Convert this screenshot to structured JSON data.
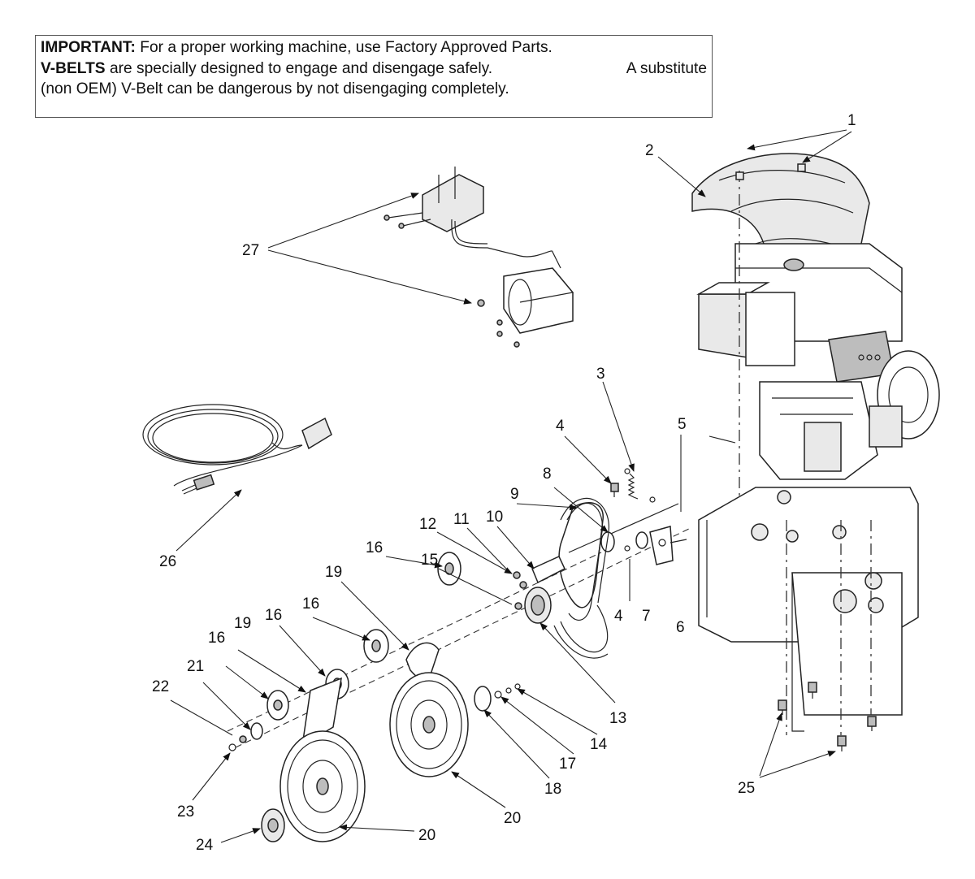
{
  "notice": {
    "important_label": "IMPORTANT:",
    "important_text": "For a proper working machine, use Factory Approved Parts.",
    "vbelts_label": "V-BELTS",
    "line2_a": "are specially designed to engage and disengage safely.",
    "line2_b": "A substitute",
    "line3": "(non OEM) V-Belt can be dangerous by not disengaging completely."
  },
  "callouts": [
    "1",
    "2",
    "3",
    "4",
    "5",
    "6",
    "7",
    "8",
    "9",
    "10",
    "11",
    "12",
    "13",
    "14",
    "15",
    "16",
    "17",
    "18",
    "19",
    "20",
    "21",
    "22",
    "23",
    "24",
    "25",
    "26",
    "27"
  ],
  "callout_list": [
    {
      "id": "c1",
      "text": "1"
    },
    {
      "id": "c2",
      "text": "2"
    },
    {
      "id": "c3",
      "text": "3"
    },
    {
      "id": "c4a",
      "text": "4"
    },
    {
      "id": "c4b",
      "text": "4"
    },
    {
      "id": "c5",
      "text": "5"
    },
    {
      "id": "c6",
      "text": "6"
    },
    {
      "id": "c7",
      "text": "7"
    },
    {
      "id": "c8",
      "text": "8"
    },
    {
      "id": "c9",
      "text": "9"
    },
    {
      "id": "c10",
      "text": "10"
    },
    {
      "id": "c11",
      "text": "11"
    },
    {
      "id": "c12",
      "text": "12"
    },
    {
      "id": "c13",
      "text": "13"
    },
    {
      "id": "c14",
      "text": "14"
    },
    {
      "id": "c15",
      "text": "15"
    },
    {
      "id": "c16a",
      "text": "16"
    },
    {
      "id": "c16b",
      "text": "16"
    },
    {
      "id": "c16c",
      "text": "16"
    },
    {
      "id": "c16d",
      "text": "16"
    },
    {
      "id": "c17",
      "text": "17"
    },
    {
      "id": "c18",
      "text": "18"
    },
    {
      "id": "c19a",
      "text": "19"
    },
    {
      "id": "c19b",
      "text": "19"
    },
    {
      "id": "c20a",
      "text": "20"
    },
    {
      "id": "c20b",
      "text": "20"
    },
    {
      "id": "c21",
      "text": "21"
    },
    {
      "id": "c22",
      "text": "22"
    },
    {
      "id": "c23",
      "text": "23"
    },
    {
      "id": "c24",
      "text": "24"
    },
    {
      "id": "c25",
      "text": "25"
    },
    {
      "id": "c26",
      "text": "26"
    },
    {
      "id": "c27",
      "text": "27"
    }
  ]
}
